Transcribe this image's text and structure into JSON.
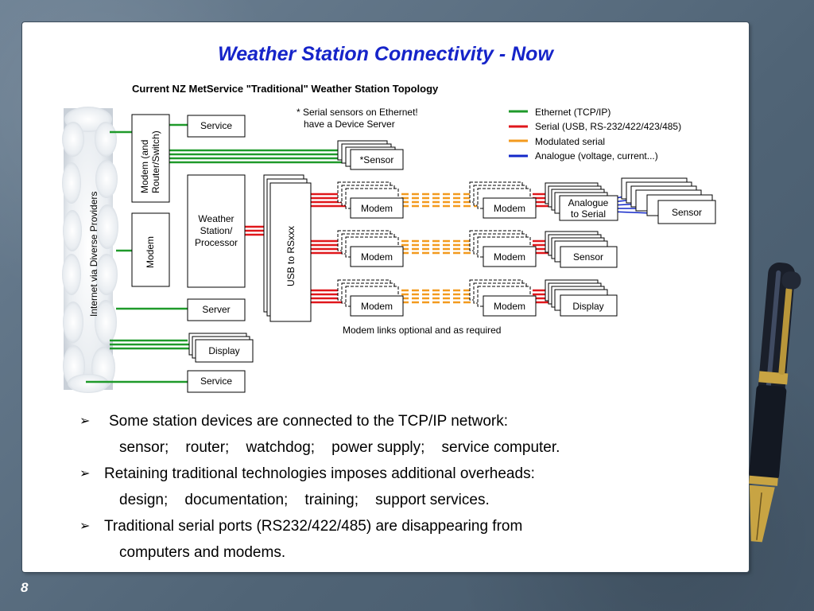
{
  "slide": {
    "title": "Weather Station Connectivity - Now",
    "page_number": "8"
  },
  "diagram": {
    "subtitle": "Current NZ MetService \"Traditional\" Weather Station Topology",
    "cloud_label": "Internet via Diverse Providers",
    "note_line1": "* Serial sensors on Ethernet!",
    "note_line2": "have a Device Server",
    "legend": [
      {
        "label": "Ethernet (TCP/IP)",
        "color": "#1f9a2a"
      },
      {
        "label": "Serial (USB, RS-232/422/423/485)",
        "color": "#e0171b"
      },
      {
        "label": "Modulated serial",
        "color": "#f39a1e"
      },
      {
        "label": "Analogue (voltage, current...)",
        "color": "#1328c9"
      }
    ],
    "boxes": {
      "modem_router": "Modem (and Router/Switch)",
      "modem_vertical": "Modem",
      "service_top": "Service",
      "weather_station_1": "Weather",
      "weather_station_2": "Station/",
      "weather_station_3": "Processor",
      "server": "Server",
      "display_left": "Display",
      "service_bottom": "Service",
      "star_sensor": "*Sensor",
      "usb_to_rs": "USB to RSxxx",
      "modem": "Modem",
      "analogue_1": "Analogue",
      "analogue_2": "to Serial",
      "sensor_far": "Sensor",
      "sensor_mid": "Sensor",
      "display_right": "Display"
    },
    "footnote": "Modem links optional and as required"
  },
  "bullets": [
    {
      "mark": "➢",
      "text": "Some station devices are connected to the TCP/IP network:",
      "sub": "sensor;    router;    watchdog;    power supply;    service computer."
    },
    {
      "mark": "➢",
      "text": "Retaining traditional technologies imposes additional overheads:",
      "sub": "design;    documentation;    training;    support services."
    },
    {
      "mark": "➢",
      "text": "Traditional serial ports (RS232/422/485) are disappearing from",
      "sub": "computers and modems."
    }
  ]
}
